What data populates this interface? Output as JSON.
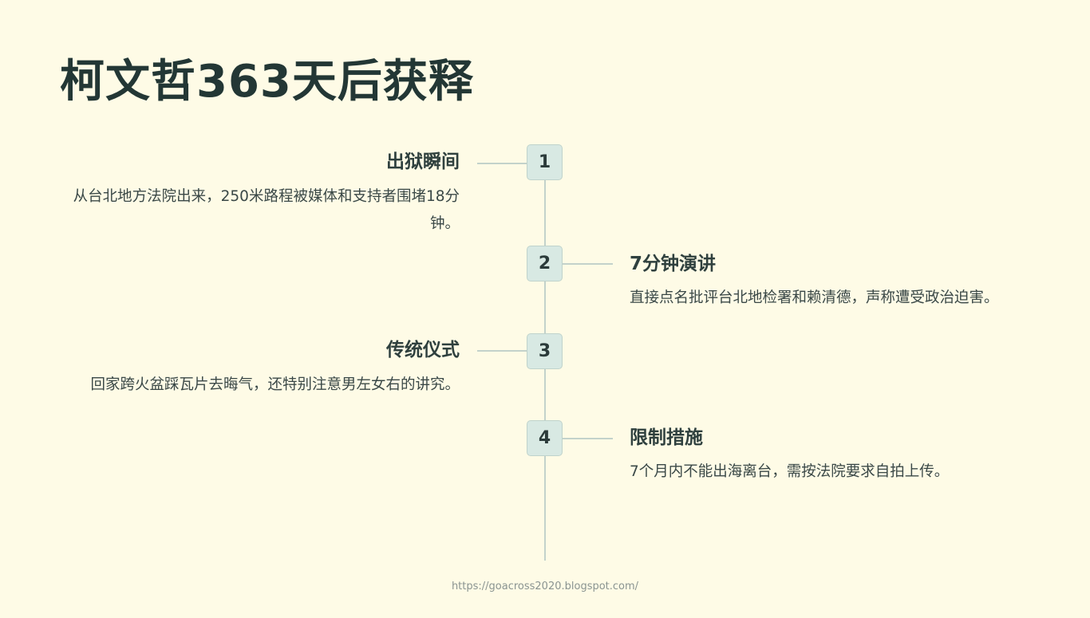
{
  "title": "柯文哲363天后获释",
  "timeline": {
    "events": [
      {
        "number": "1",
        "heading": "出狱瞬间",
        "description": "从台北地方法院出来，250米路程被媒体和支持者围堵18分钟。"
      },
      {
        "number": "2",
        "heading": "7分钟演讲",
        "description": "直接点名批评台北地检署和赖清德，声称遭受政治迫害。"
      },
      {
        "number": "3",
        "heading": "传统仪式",
        "description": "回家跨火盆踩瓦片去晦气，还特别注意男左女右的讲究。"
      },
      {
        "number": "4",
        "heading": "限制措施",
        "description": "7个月内不能出海离台，需按法院要求自拍上传。"
      }
    ]
  },
  "footer": {
    "url": "https://goacross2020.blogspot.com/"
  }
}
